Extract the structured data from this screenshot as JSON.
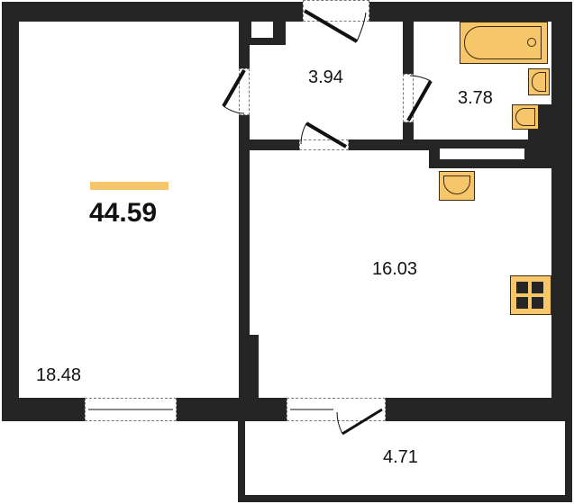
{
  "plan": {
    "total_area": "44.59",
    "accent_color": "#f7c66b",
    "wall_color": "#252525",
    "rooms": [
      {
        "id": "living-room",
        "area": "18.48"
      },
      {
        "id": "hallway",
        "area": "3.94"
      },
      {
        "id": "bathroom",
        "area": "3.78"
      },
      {
        "id": "kitchen",
        "area": "16.03"
      },
      {
        "id": "balcony",
        "area": "4.71"
      }
    ],
    "fixtures": [
      "bathtub",
      "sink",
      "toilet",
      "kitchen-sink",
      "stove"
    ]
  }
}
